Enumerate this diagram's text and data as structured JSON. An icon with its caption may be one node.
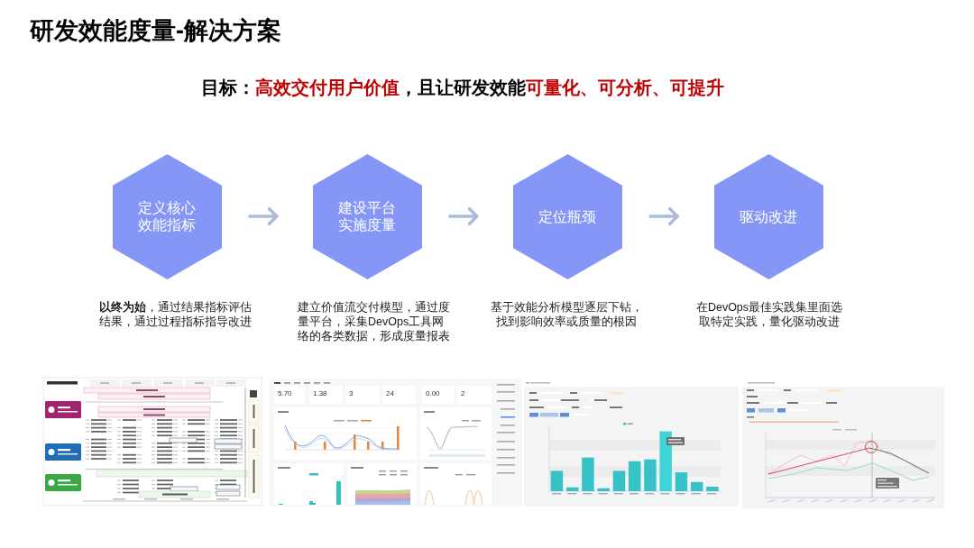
{
  "diagram": {
    "title": "研发效能度量-解决方案",
    "nodes": [
      {
        "text": [
          "定义核心效能指标"
        ],
        "beside": [
          "**以终为始**，通过结果指标评估结果，通过过程指标指导改进"
        ]
      },
      {
        "text": [
          "建设平台实施度量"
        ],
        "beside": [
          "建立价值流交付模型，通过度量平台，采集DevOps工具网络的各类数据，形成度量报表"
        ]
      },
      {
        "text": [
          "定位瓶颈"
        ],
        "beside": [
          "基于效能分析模型逐层下钻，找到影响效率或质量的根因"
        ]
      },
      {
        "text": [
          "驱动改进"
        ],
        "beside": [
          "在DevOps最佳实践集里面选取特定实践，量化驱动改进"
        ]
      }
    ],
    "edges": [
      {
        "from": 0,
        "to": 1,
        "arrow": "to"
      },
      {
        "from": 1,
        "to": 2,
        "arrow": "to"
      },
      {
        "from": 2,
        "to": 3,
        "arrow": "to"
      }
    ],
    "labels": [
      "目标：",
      "高效交付用户价值",
      "，且让研发效能",
      "可量化、可分析、可提升",
      "5.70",
      "1.38",
      "3",
      "24",
      "0.00",
      "2"
    ]
  }
}
